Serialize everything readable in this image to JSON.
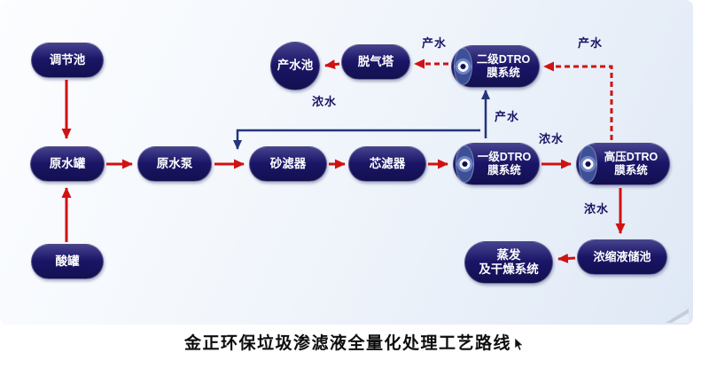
{
  "title": {
    "text": "金正环保垃圾渗滤液全量化处理工艺路线"
  },
  "nodes": {
    "regulating_pool": {
      "label": "调节池"
    },
    "raw_water_tank": {
      "label": "原水罐"
    },
    "acid_tank": {
      "label": "酸罐"
    },
    "raw_water_pump": {
      "label": "原水泵"
    },
    "sand_filter": {
      "label": "砂滤器"
    },
    "cartridge_filter": {
      "label": "芯滤器"
    },
    "degassing_tower": {
      "label": "脱气塔"
    },
    "product_water_pool": {
      "label": "产水池"
    },
    "stage1_dtro": {
      "label": "一级DTRO\n膜系统"
    },
    "stage2_dtro": {
      "label": "二级DTRO\n膜系统"
    },
    "hp_dtro": {
      "label": "高压DTRO\n膜系统"
    },
    "concentrate_pool": {
      "label": "浓缩液储池"
    },
    "evaporation_system": {
      "label": "蒸发\n及干燥系统"
    }
  },
  "flow_labels": {
    "product_water": "产水",
    "concentrate_water": "浓水"
  },
  "colors": {
    "node_fill": "#1a1566",
    "arrow_red": "#d01212",
    "arrow_blue": "#23357c",
    "label_text": "#1b1464"
  }
}
